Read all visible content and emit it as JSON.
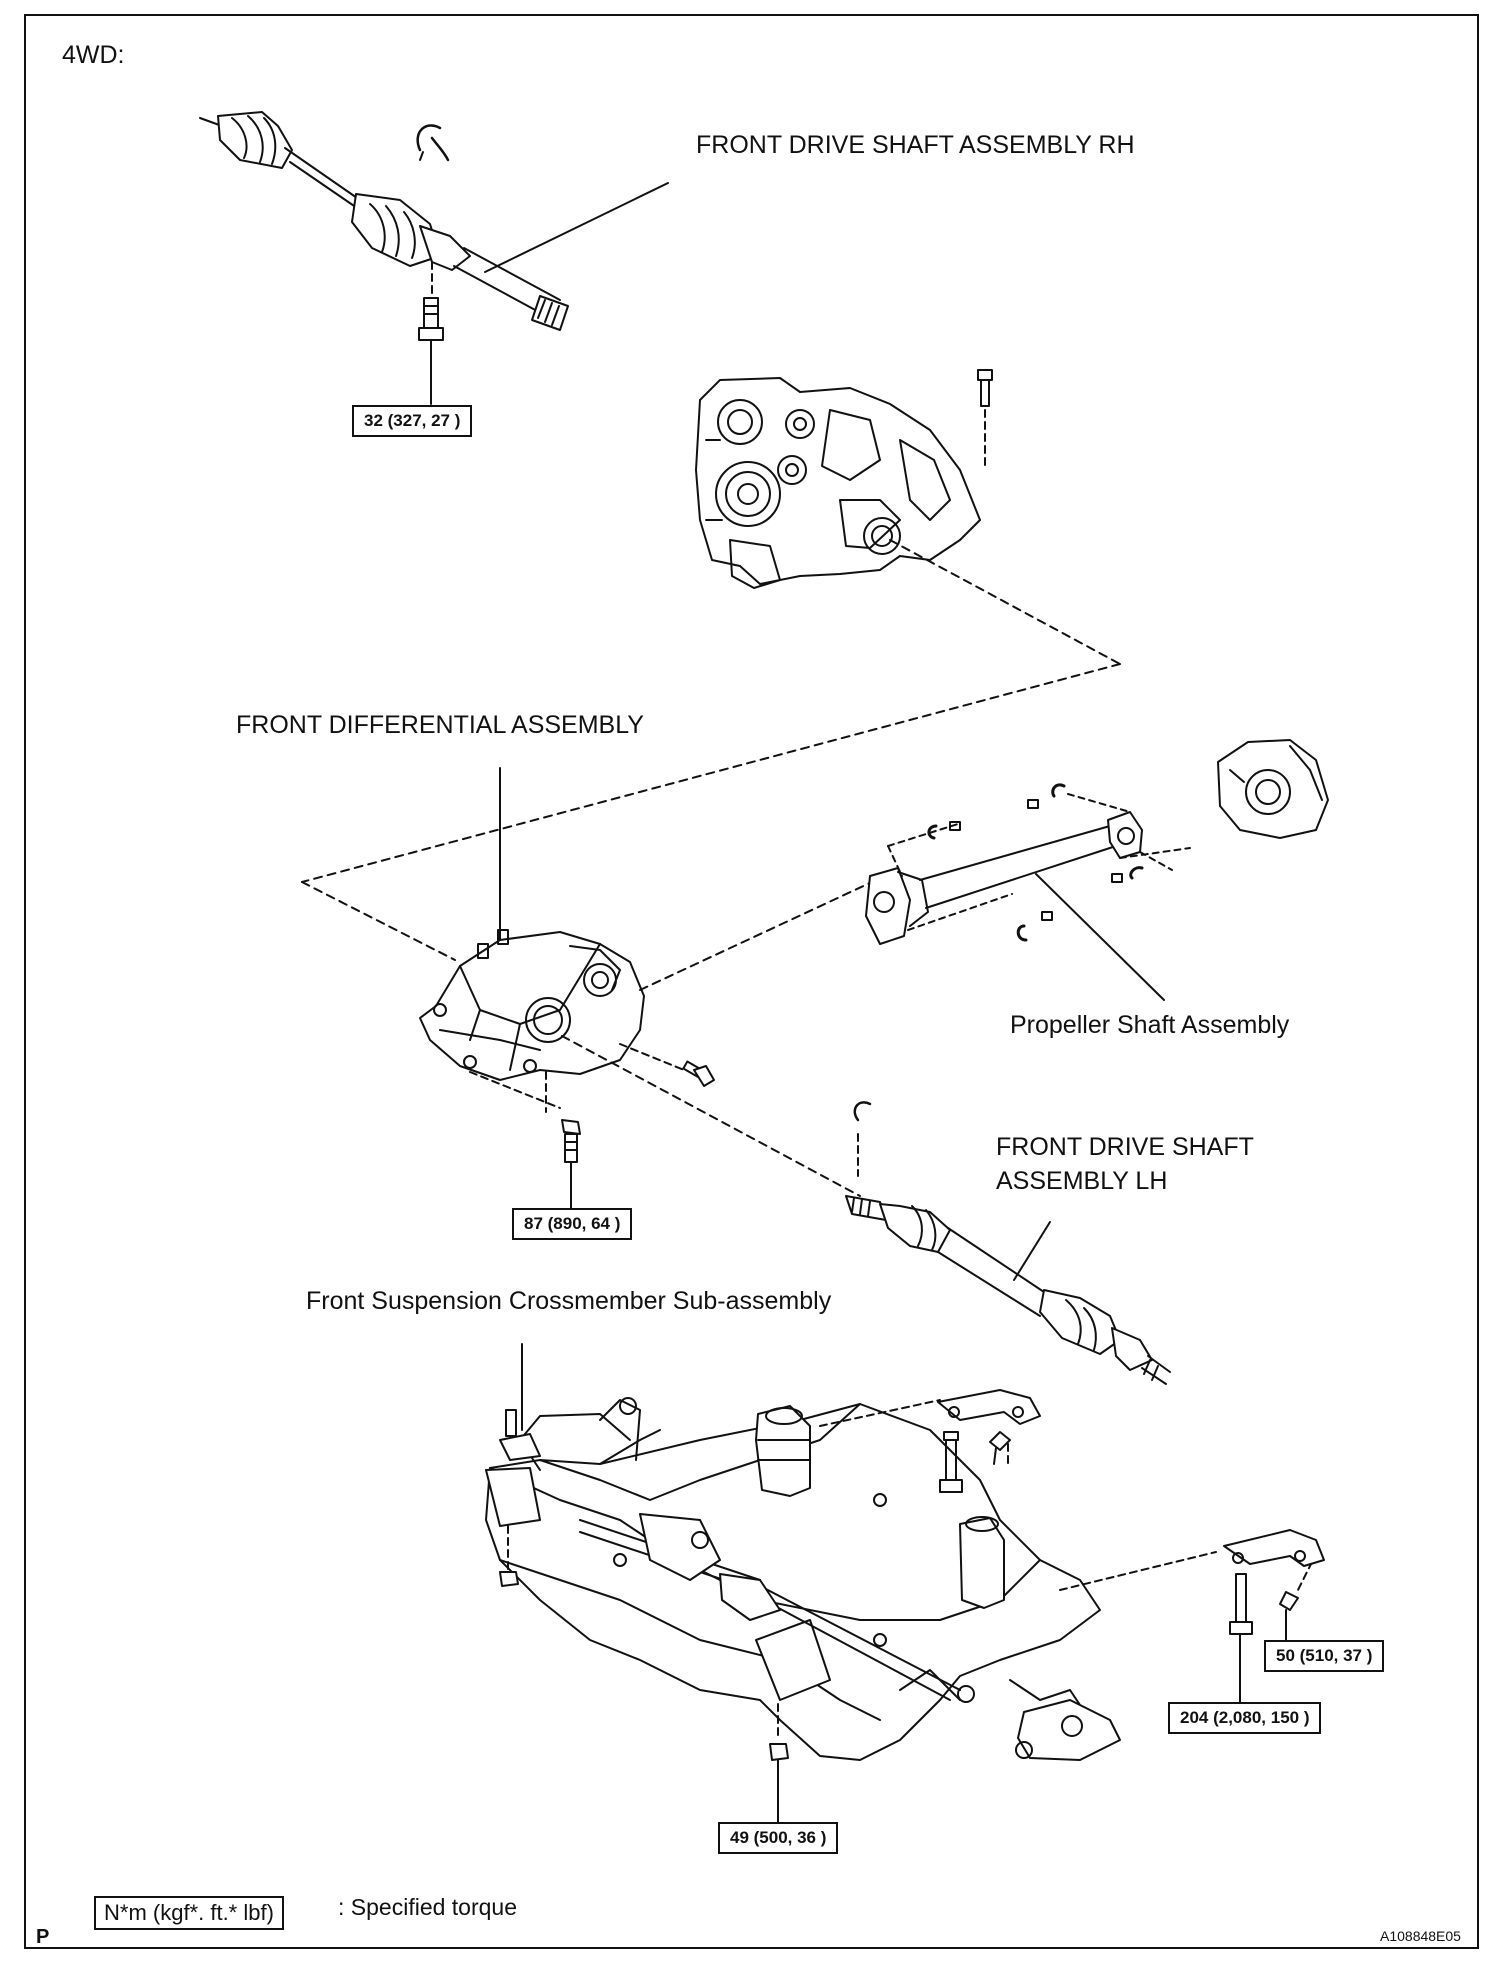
{
  "header": {
    "variant": "4WD:"
  },
  "labels": {
    "front_drive_shaft_rh": "FRONT DRIVE SHAFT ASSEMBLY RH",
    "front_differential": "FRONT DIFFERENTIAL ASSEMBLY",
    "propeller_shaft": "Propeller Shaft Assembly",
    "front_drive_shaft_lh_line1": "FRONT DRIVE SHAFT",
    "front_drive_shaft_lh_line2": "ASSEMBLY LH",
    "crossmember": "Front Suspension Crossmember Sub-assembly"
  },
  "torques": {
    "drive_shaft_rh_bolt": "32 (327, 27 )",
    "differential_bolt": "87 (890, 64 )",
    "crossmember_rear_bolt": "49 (500, 36 )",
    "crossmember_mount_bolt": "204 (2,080, 150 )",
    "bracket_bolt": "50 (510, 37 )"
  },
  "legend": {
    "unit_box": "N*m (kgf*. ft.* lbf)",
    "description": ": Specified torque"
  },
  "footer": {
    "left_mark": "P",
    "figure_id": "A108848E05"
  }
}
